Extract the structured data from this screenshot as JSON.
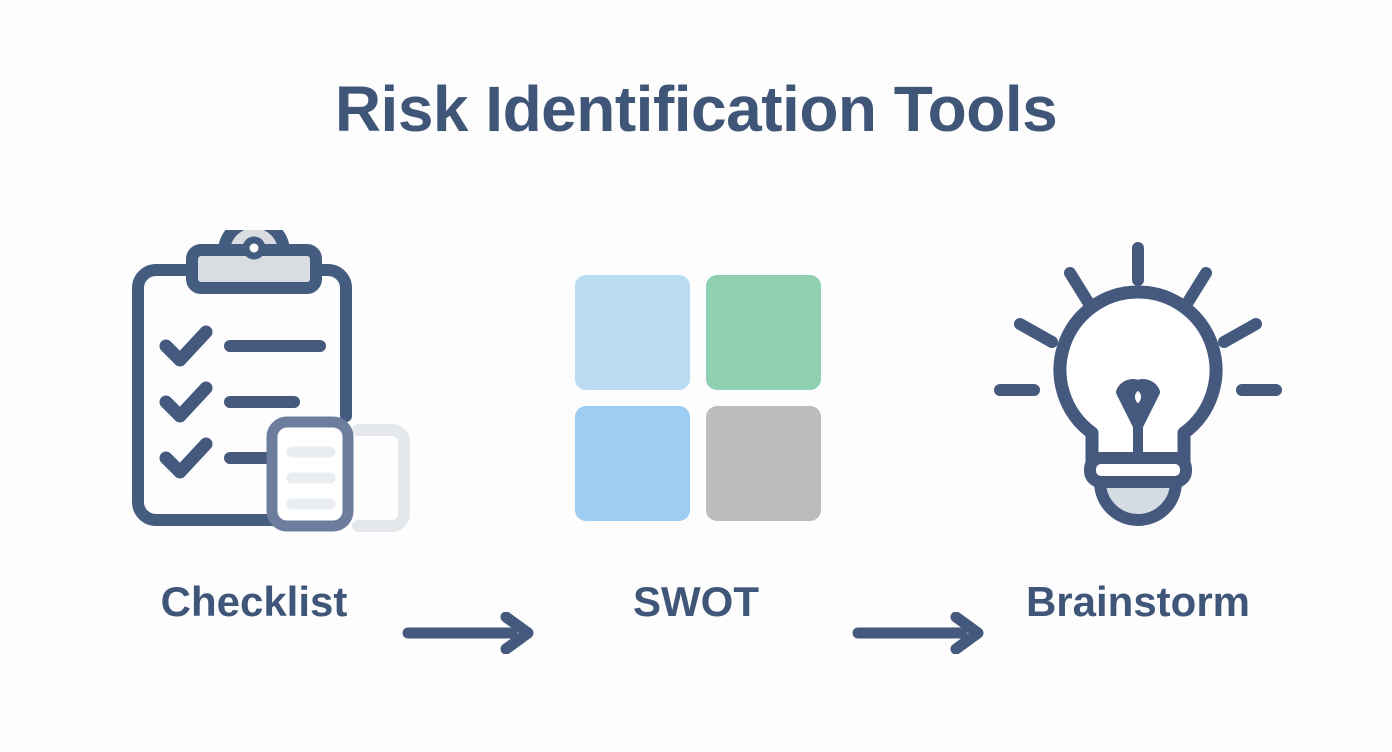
{
  "page": {
    "title": "Risk Identification Tools",
    "background_color": "#fdfdfd",
    "accent_color": "#3f5678"
  },
  "flow": {
    "steps": [
      {
        "id": "checklist",
        "label": "Checklist",
        "icon": "clipboard-checklist-icon"
      },
      {
        "id": "swot",
        "label": "SWOT",
        "icon": "swot-grid-icon"
      },
      {
        "id": "brainstorm",
        "label": "Brainstorm",
        "icon": "lightbulb-icon"
      }
    ],
    "connectors": [
      {
        "id": "arrow-1",
        "icon": "arrow-right-icon"
      },
      {
        "id": "arrow-2",
        "icon": "arrow-right-icon"
      }
    ]
  },
  "swot_quadrants": [
    {
      "position": "top-left",
      "color": "#b9dcf2"
    },
    {
      "position": "top-right",
      "color": "#8ed0b0"
    },
    {
      "position": "bottom-left",
      "color": "#9ecdf4"
    },
    {
      "position": "bottom-right",
      "color": "#bcbcbc"
    }
  ],
  "colors": {
    "ink": "#3f5678",
    "ink_mid": "#6c7d9e",
    "clip_gray": "#d9dce1",
    "ghost_gray": "#e4e8ec",
    "line_gray": "#e9edf1",
    "bulb_base_gray": "#d5dce4"
  }
}
